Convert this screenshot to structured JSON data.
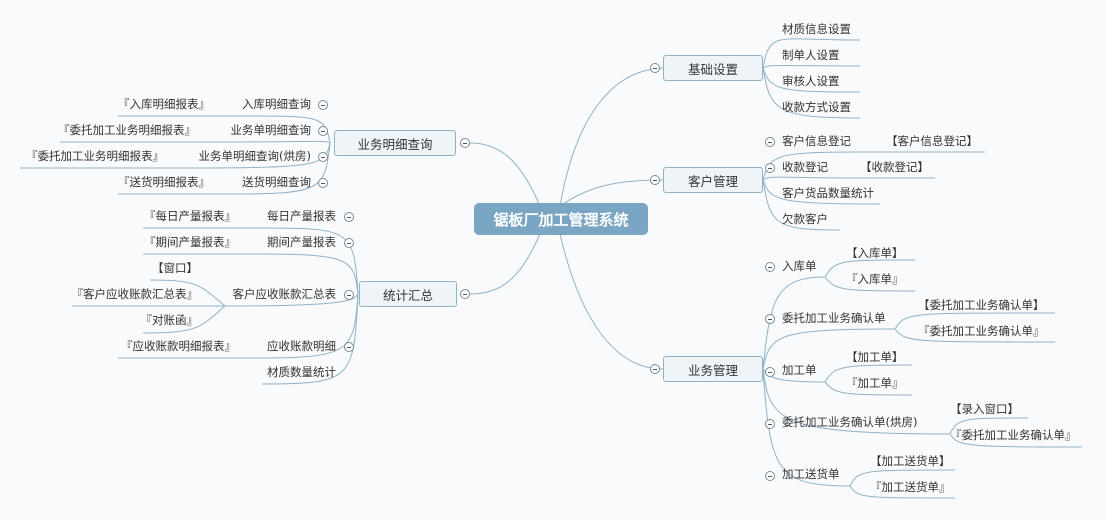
{
  "center": "锯板厂加工管理系统",
  "branches": {
    "jichu": {
      "label": "基础设置",
      "items": [
        "材质信息设置",
        "制单人设置",
        "审核人设置",
        "收款方式设置"
      ]
    },
    "kehu": {
      "label": "客户管理",
      "items": [
        {
          "label": "客户信息登记",
          "sub": [
            "【客户信息登记】"
          ]
        },
        {
          "label": "收款登记",
          "sub": [
            "【收款登记】"
          ]
        },
        {
          "label": "客户货品数量统计"
        },
        {
          "label": "欠款客户"
        }
      ]
    },
    "yewu": {
      "label": "业务管理",
      "items": [
        {
          "label": "入库单",
          "sub": [
            "【入库单】",
            "『入库单』"
          ]
        },
        {
          "label": "委托加工业务确认单",
          "sub": [
            "【委托加工业务确认单】",
            "『委托加工业务确认单』"
          ]
        },
        {
          "label": "加工单",
          "sub": [
            "【加工单】",
            "『加工单』"
          ]
        },
        {
          "label": "委托加工业务确认单(烘房)",
          "sub": [
            "【录入窗口】",
            "『委托加工业务确认单』"
          ]
        },
        {
          "label": "加工送货单",
          "sub": [
            "【加工送货单】",
            "『加工送货单』"
          ]
        }
      ]
    },
    "mingxi": {
      "label": "业务明细查询",
      "items": [
        {
          "label": "入库明细查询",
          "sub": [
            "『入库明细报表』"
          ]
        },
        {
          "label": "业务单明细查询",
          "sub": [
            "『委托加工业务明细报表』"
          ]
        },
        {
          "label": "业务单明细查询(烘房)",
          "sub": [
            "『委托加工业务明细报表』"
          ]
        },
        {
          "label": "送货明细查询",
          "sub": [
            "『送货明细报表』"
          ]
        }
      ]
    },
    "tongji": {
      "label": "统计汇总",
      "items": [
        {
          "label": "每日产量报表",
          "sub": [
            "『每日产量报表』"
          ]
        },
        {
          "label": "期间产量报表",
          "sub": [
            "『期间产量报表』"
          ]
        },
        {
          "label": "客户应收账款汇总表",
          "sub": [
            "【窗口】",
            "『客户应收账款汇总表』",
            "『对账函』"
          ]
        },
        {
          "label": "应收账款明细",
          "sub": [
            "『应收账款明细报表』"
          ]
        },
        {
          "label": "材质数量统计"
        }
      ]
    }
  },
  "colors": {
    "line": "#8eb3c9",
    "center_bg": "#7aa6c3",
    "node_bg": "#eef4f8",
    "background": "#f9fafb"
  }
}
